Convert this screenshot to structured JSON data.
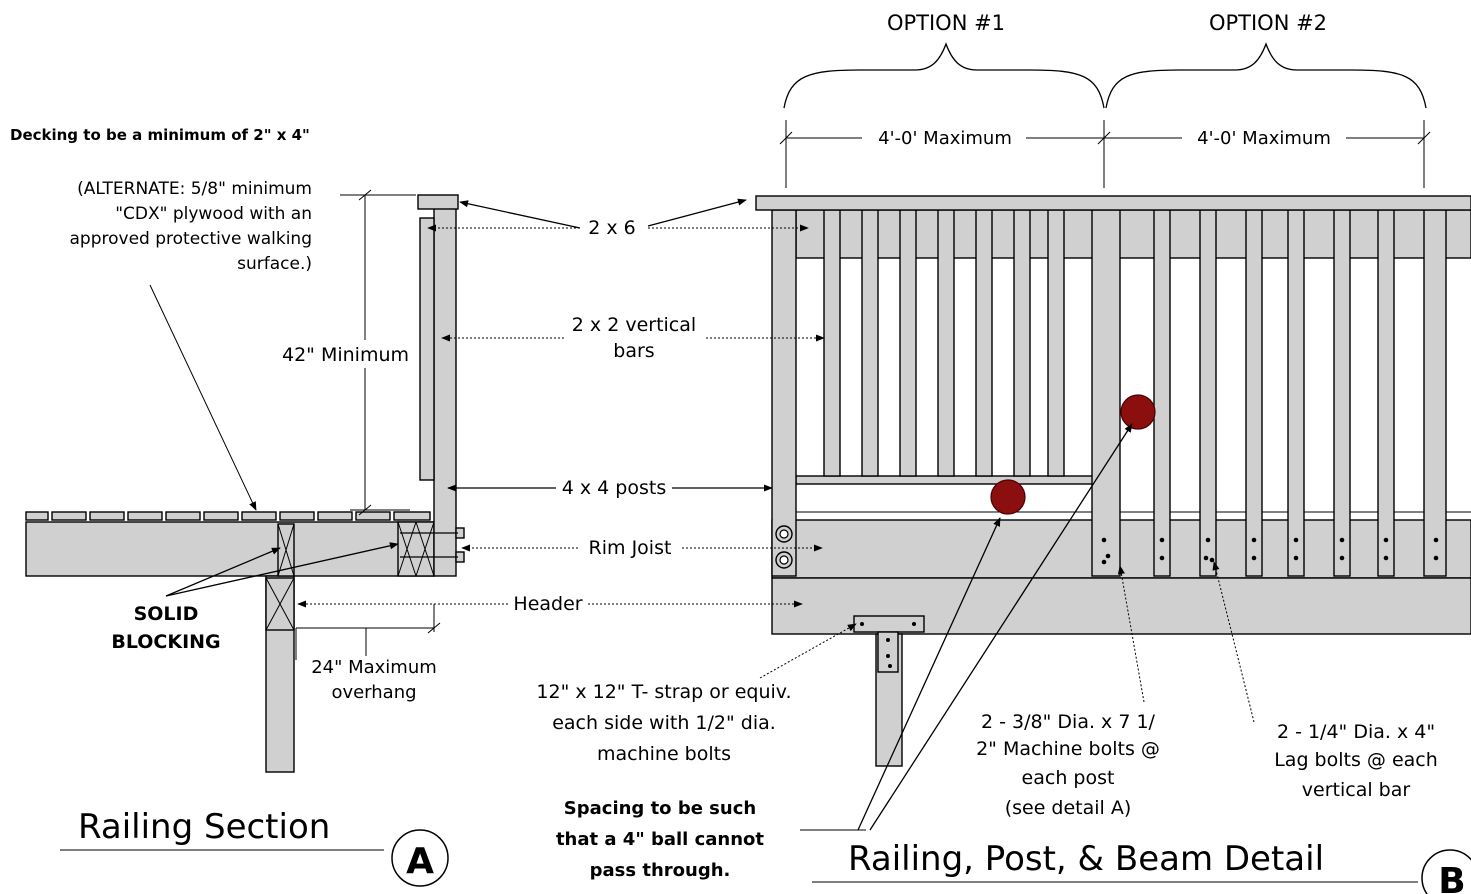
{
  "options": {
    "option1": "OPTION #1",
    "option2": "OPTION #2"
  },
  "dimensions": {
    "span1": "4'-0' Maximum",
    "span2": "4'-0' Maximum",
    "height": "42\" Minimum",
    "overhang_line1": "24\" Maximum",
    "overhang_line2": "overhang"
  },
  "notes": {
    "decking": "Decking to be a minimum of 2\" x 4\"",
    "alternate": [
      "(ALTERNATE: 5/8\" minimum",
      "\"CDX\" plywood with an",
      "approved protective walking",
      "surface.)"
    ],
    "solid_blocking": [
      "SOLID",
      "BLOCKING"
    ],
    "tstrap": [
      "12\" x 12\" T- strap or equiv.",
      "each side with 1/2\" dia.",
      "machine bolts"
    ],
    "spacing": [
      "Spacing to be such",
      "that a 4\" ball cannot",
      "pass through."
    ],
    "machine_bolts": [
      "2 - 3/8\" Dia. x 7 1/",
      "2\" Machine bolts @",
      "each post",
      "(see detail A)"
    ],
    "lag_bolts": [
      "2 - 1/4\" Dia. x 4\"",
      "Lag bolts @ each",
      "vertical bar"
    ]
  },
  "labels": {
    "two_by_six": "2 x 6",
    "vertical_bars": [
      "2 x 2 vertical",
      "bars"
    ],
    "posts": "4 x 4 posts",
    "rim_joist": "Rim Joist",
    "header": "Header"
  },
  "titles": {
    "section": "Railing Section",
    "section_mark": "A",
    "detail": "Railing, Post, & Beam Detail",
    "detail_mark": "B"
  },
  "colors": {
    "wood": "#d0d0d0",
    "ball": "#8b0f0f",
    "line": "#000000"
  }
}
